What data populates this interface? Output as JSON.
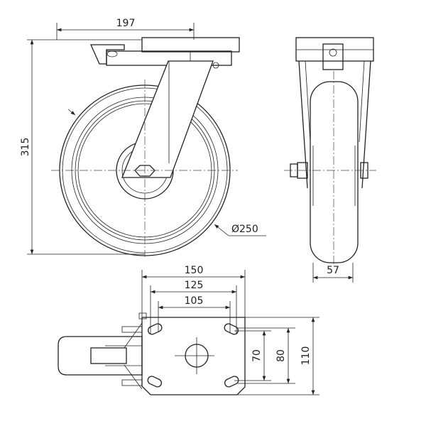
{
  "dimensions": {
    "overall_offset": "197",
    "overall_height": "315",
    "wheel_diameter": "Ø250",
    "wheel_width": "57",
    "plate_length": "150",
    "hole_spacing_outer_x": "125",
    "hole_spacing_inner_x": "105",
    "hole_spacing_inner_y": "70",
    "hole_spacing_outer_y": "80",
    "plate_width": "110"
  },
  "colors": {
    "line": "#222222",
    "background": "#ffffff"
  }
}
